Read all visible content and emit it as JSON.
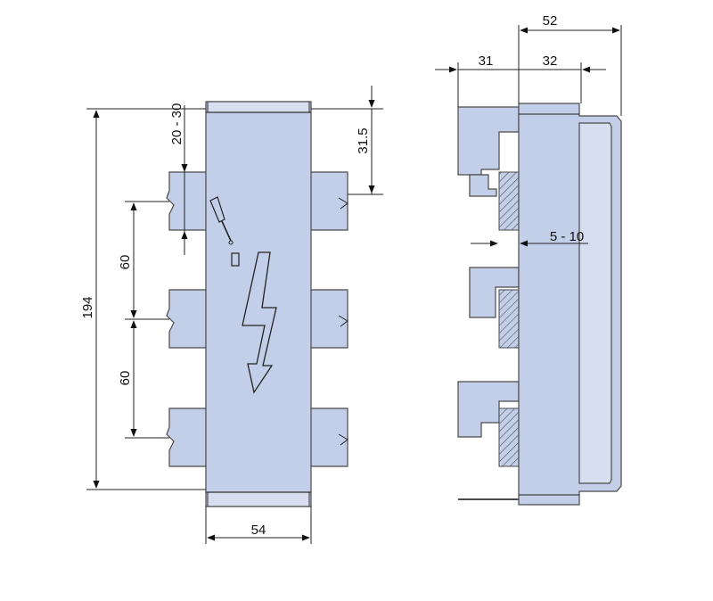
{
  "dimensions": {
    "top_52": "52",
    "top_31": "31",
    "top_32": "32",
    "left_20_30": "20 - 30",
    "left_31_5": "31.5",
    "left_194": "194",
    "left_60a": "60",
    "left_60b": "60",
    "bottom_54": "54",
    "right_5_10": "5 - 10"
  },
  "colors": {
    "body": "#c3cfe9",
    "outline": "#4a4a4a",
    "dimension_line": "#222222"
  }
}
